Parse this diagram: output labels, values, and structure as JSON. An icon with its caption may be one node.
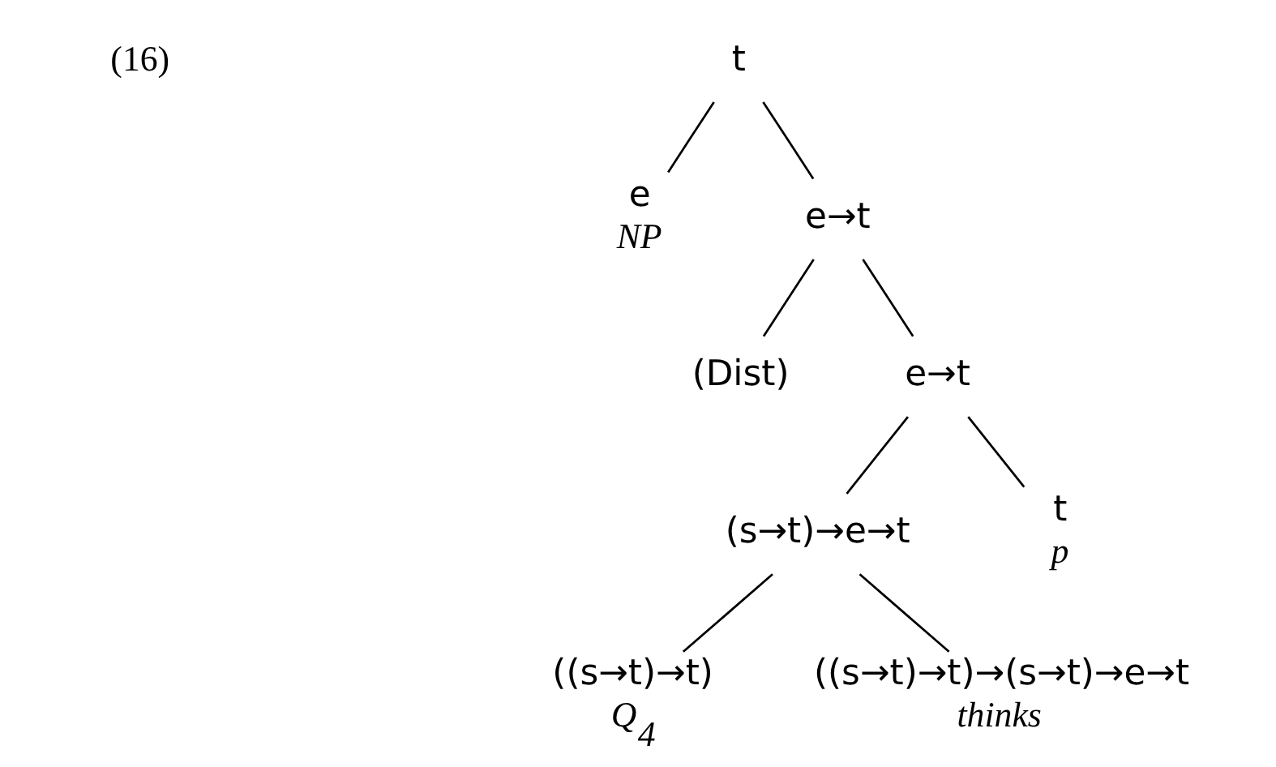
{
  "diagram": {
    "nodes": [
      {
        "text": [
          "t"
        ]
      },
      {
        "text": [
          "e",
          "NP"
        ]
      },
      {
        "text": [
          "e→t"
        ]
      },
      {
        "text": [
          "(Dist)"
        ]
      },
      {
        "text": [
          "e→t"
        ]
      },
      {
        "text": [
          "(s→t)→e→t"
        ]
      },
      {
        "text": [
          "t",
          "p"
        ]
      },
      {
        "text": [
          "((s→t)→t)",
          "Q$_{4}$"
        ]
      },
      {
        "text": [
          "((s→t)→t)→(s→t)→e→t",
          "thinks"
        ]
      }
    ],
    "edges": [
      {
        "from": 0,
        "to": 1,
        "arrow": "none"
      },
      {
        "from": 0,
        "to": 2,
        "arrow": "none"
      },
      {
        "from": 2,
        "to": 3,
        "arrow": "none"
      },
      {
        "from": 2,
        "to": 4,
        "arrow": "none"
      },
      {
        "from": 4,
        "to": 5,
        "arrow": "none"
      },
      {
        "from": 4,
        "to": 6,
        "arrow": "none"
      },
      {
        "from": 5,
        "to": 7,
        "arrow": "none"
      },
      {
        "from": 5,
        "to": 8,
        "arrow": "none"
      }
    ],
    "labels": [
      "(16)"
    ]
  }
}
